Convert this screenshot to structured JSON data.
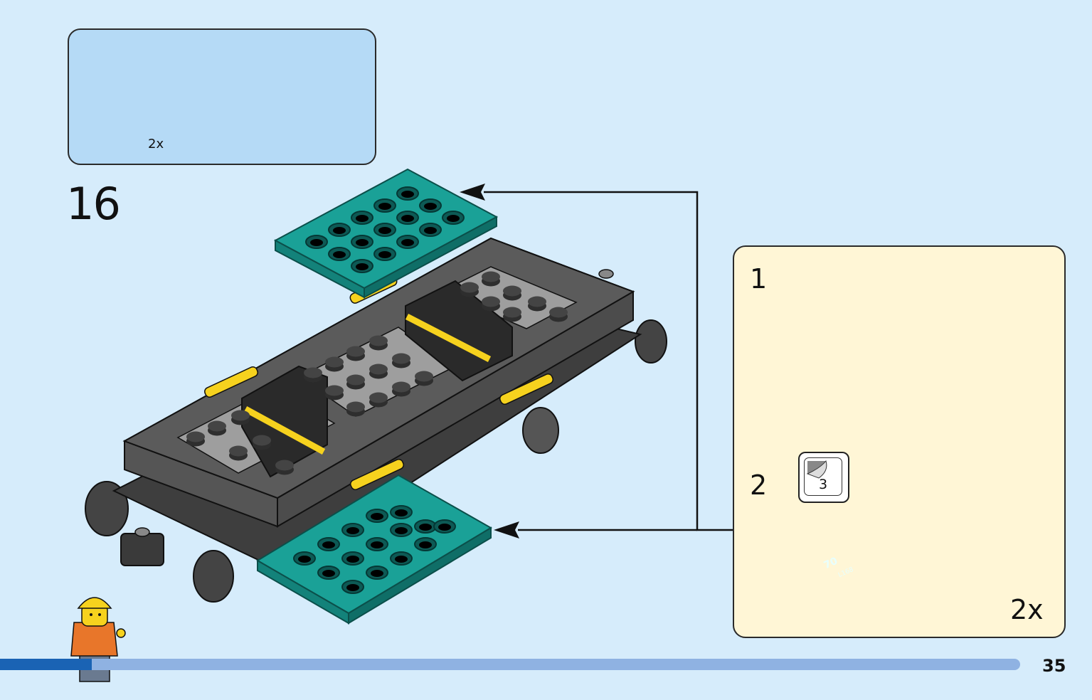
{
  "parts_box": {
    "quantity": "2x"
  },
  "step": {
    "number": "16"
  },
  "sub_assembly": {
    "step1": "1",
    "step2": "2",
    "quantity": "2x",
    "sticker_number": "3",
    "sticker_text_main": "70",
    "sticker_text_small": "L168"
  },
  "page": {
    "number": "35"
  },
  "progress": {
    "fraction": 0.09
  },
  "colors": {
    "background": "#d6ecfb",
    "parts_panel": "#b5daf6",
    "subassembly_panel": "#fff6d6",
    "teal_plate": "#1aa197",
    "dark_gray": "#5b5b5b",
    "light_gray": "#9e9e9e",
    "yellow": "#f6d21e",
    "progress_fill": "#1a63b4",
    "progress_track": "#8fb2e2"
  },
  "icons": [
    "plate-4x6-with-clips-icon",
    "plate-4x4-icon",
    "train-wagon-base-icon",
    "sticker-icon",
    "minifigure-worker-icon",
    "arrow-left-icon"
  ]
}
